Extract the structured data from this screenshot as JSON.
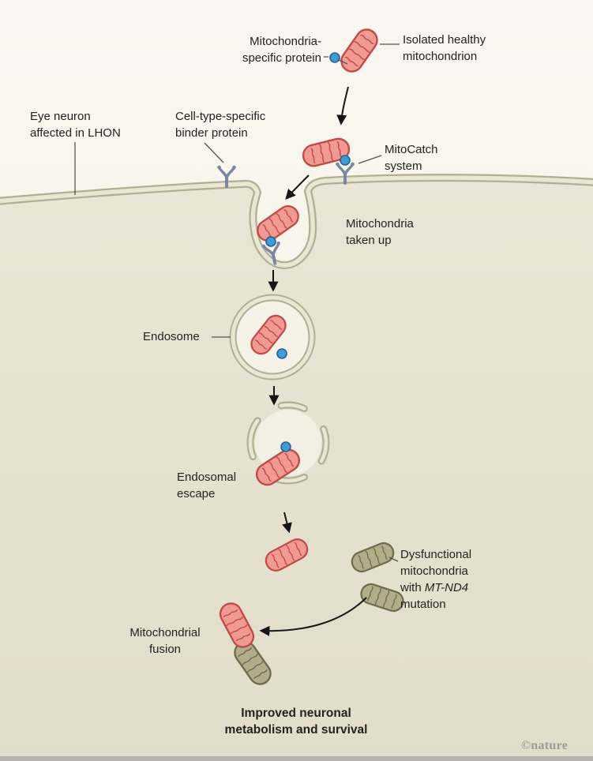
{
  "colors": {
    "bg-outside": "#faf7f0",
    "bg-outside2": "#f4f0e3",
    "bg-inside": "#eae6d7",
    "bg-inside2": "#e2ddc8",
    "membrane-edge": "#b3ae92",
    "membrane-fill": "#e9e6d4",
    "mito-healthy": "#f09a91",
    "mito-healthy-dark": "#bf4a48",
    "mito-dys": "#b3ac89",
    "mito-dys-dark": "#6f6a50",
    "protein-blue": "#3f9bd3",
    "protein-blue-dark": "#25648e",
    "receptor": "#7c86a2",
    "arrow": "#151515",
    "pointer": "#55534e",
    "text": "#222222",
    "vesicle-interior": "#f5f2e7",
    "footer-bar": "#b5b4ac",
    "credit": "#9c9c96"
  },
  "labels": {
    "mito_specific_protein": {
      "l1": "Mitochondria-",
      "l2": "specific protein"
    },
    "isolated": {
      "l1": "Isolated healthy",
      "l2": "mitochondrion"
    },
    "eye_neuron": {
      "l1": "Eye neuron",
      "l2": "affected in LHON"
    },
    "binder": {
      "l1": "Cell-type-specific",
      "l2": "binder protein"
    },
    "mitocatch": {
      "l1": "MitoCatch",
      "l2": "system"
    },
    "taken_up": {
      "l1": "Mitochondria",
      "l2": "taken up"
    },
    "endosome": "Endosome",
    "escape": {
      "l1": "Endosomal",
      "l2": "escape"
    },
    "dysfunctional": {
      "l1": "Dysfunctional",
      "l2": "mitochondria",
      "l3_prefix": "with ",
      "l3_italic": "MT-ND4",
      "l4": "mutation"
    },
    "fusion": {
      "l1": "Mitochondrial",
      "l2": "fusion"
    },
    "improved": {
      "l1": "Improved neuronal",
      "l2": "metabolism and survival"
    },
    "credit": "©nature"
  }
}
